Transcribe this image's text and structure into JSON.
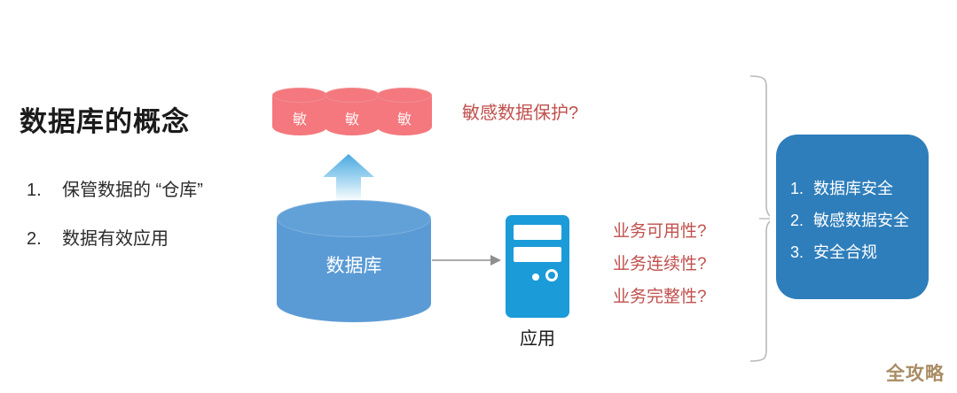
{
  "slide": {
    "title": "数据库的概念",
    "bullets": [
      {
        "num": "1.",
        "text": "保管数据的 “仓库”"
      },
      {
        "num": "2.",
        "text": "数据有效应用"
      }
    ]
  },
  "diagram": {
    "sensitive_cylinders": [
      {
        "glyph": "敏",
        "name": "sensitive-data-cylinder-1"
      },
      {
        "glyph": "敏",
        "name": "sensitive-data-cylinder-2"
      },
      {
        "glyph": "敏",
        "name": "sensitive-data-cylinder-3"
      }
    ],
    "database_label": "数据库",
    "application_label": "应用",
    "questions": {
      "sensitive": "敏感数据保护?",
      "business": [
        "业务可用性?",
        "业务连续性?",
        "业务完整性?"
      ]
    },
    "conclusion": [
      {
        "num": "1.",
        "text": "数据库安全"
      },
      {
        "num": "2.",
        "text": "敏感数据安全"
      },
      {
        "num": "3.",
        "text": "安全合规"
      }
    ]
  },
  "watermark": "全攻略",
  "colors": {
    "sensitive_cylinder": "#f4787d",
    "database_cylinder": "#5b9bd5",
    "server": "#1b9bd8",
    "conclusion_box": "#2e7ebb",
    "question_text": "#c0504d",
    "watermark": "#a98c63",
    "up_arrow": "#5eb3e4"
  }
}
